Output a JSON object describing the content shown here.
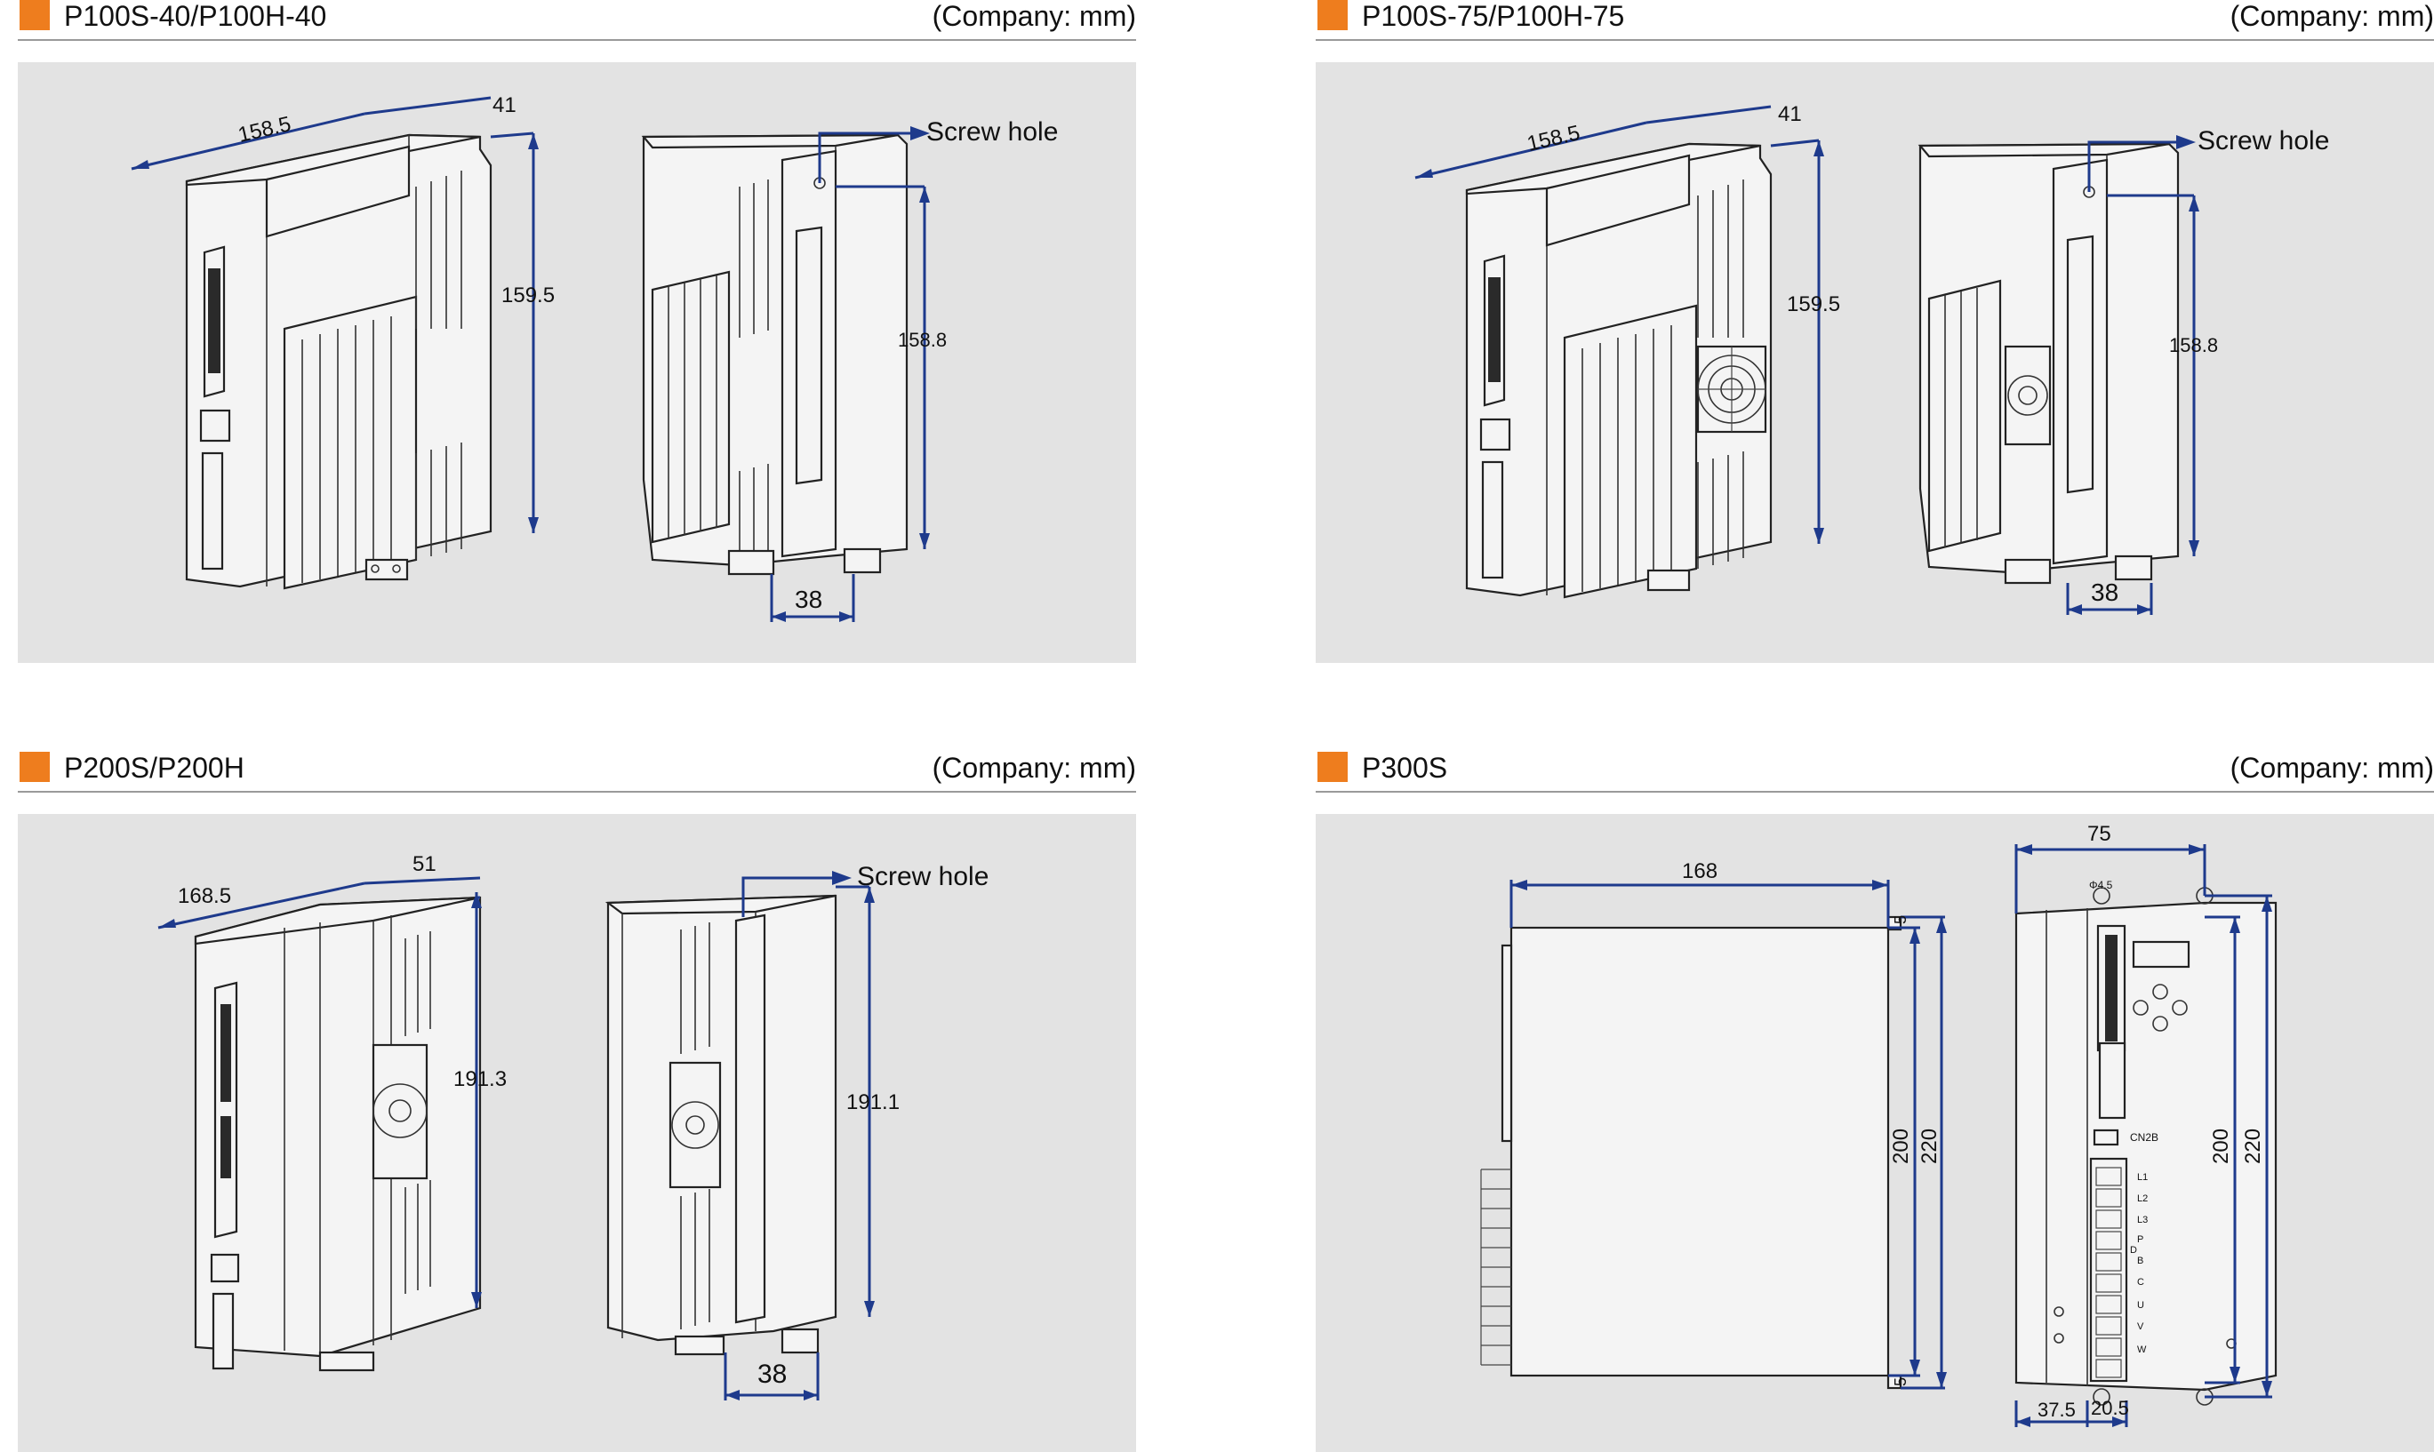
{
  "panels": [
    {
      "model": "P100S-40/P100H-40",
      "unit": "(Company: mm)",
      "dims": {
        "width": "158.5",
        "depth": "41",
        "height": "159.5",
        "rear_height": "158.8",
        "mount": "38"
      },
      "screw_label": "Screw hole"
    },
    {
      "model": "P100S-75/P100H-75",
      "unit": "(Company: mm)",
      "dims": {
        "width": "158.5",
        "depth": "41",
        "height": "159.5",
        "rear_height": "158.8",
        "mount": "38"
      },
      "screw_label": "Screw hole"
    },
    {
      "model": "P200S/P200H",
      "unit": "(Company: mm)",
      "dims": {
        "width": "168.5",
        "depth": "51",
        "height": "191.3",
        "rear_height": "191.1",
        "mount": "38"
      },
      "screw_label": "Screw hole"
    },
    {
      "model": "P300S",
      "unit": "(Company: mm)",
      "dims": {
        "side_depth": "168",
        "side_h1": "200",
        "side_h2": "220",
        "side_top": "5",
        "side_bottom": "5",
        "front_width": "75",
        "hole_dia": "Φ4.5",
        "front_h1": "200",
        "front_h2": "220",
        "bottom_left": "37.5",
        "bottom_right": "20.5"
      },
      "labels": {
        "port": "CN2B",
        "terminals": [
          "L1",
          "L2",
          "L3",
          "P",
          "D",
          "B",
          "C",
          "U",
          "V",
          "W"
        ]
      }
    }
  ],
  "colors": {
    "accent": "#ee7d1e",
    "dimension": "#1e3a8c",
    "background": "#e3e3e3"
  },
  "icons": [
    "square-marker-icon"
  ]
}
